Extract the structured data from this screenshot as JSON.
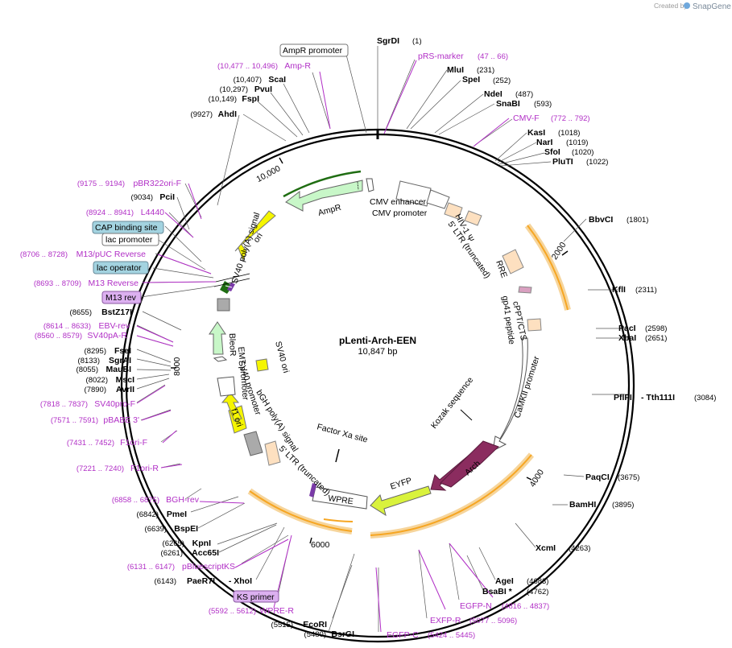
{
  "credit": {
    "created_by": "Created by",
    "brand": "SnapGene"
  },
  "plasmid": {
    "name": "pLenti-Arch-EEN",
    "size": "10,847 bp"
  },
  "ticks": [
    "2000",
    "4000",
    "6000",
    "8000",
    "10,000"
  ],
  "enzymes": [
    {
      "name": "SgrDI",
      "pos": "(1)"
    },
    {
      "name": "MluI",
      "pos": "(231)"
    },
    {
      "name": "SpeI",
      "pos": "(252)"
    },
    {
      "name": "NdeI",
      "pos": "(487)"
    },
    {
      "name": "SnaBI",
      "pos": "(593)"
    },
    {
      "name": "KasI",
      "pos": "(1018)"
    },
    {
      "name": "NarI",
      "pos": "(1019)"
    },
    {
      "name": "SfoI",
      "pos": "(1020)"
    },
    {
      "name": "PluTI",
      "pos": "(1022)"
    },
    {
      "name": "BbvCI",
      "pos": "(1801)"
    },
    {
      "name": "KflI",
      "pos": "(2311)"
    },
    {
      "name": "PacI",
      "pos": "(2598)"
    },
    {
      "name": "XbaI",
      "pos": "(2651)"
    },
    {
      "name": "PflFI",
      "pos": ""
    },
    {
      "name": "- Tth111I",
      "pos": "(3084)"
    },
    {
      "name": "PaqCI",
      "pos": "(3675)"
    },
    {
      "name": "BamHI",
      "pos": "(3895)"
    },
    {
      "name": "XcmI",
      "pos": "(4263)"
    },
    {
      "name": "AgeI",
      "pos": "(4683)"
    },
    {
      "name": "BsaBI *",
      "pos": "(4762)"
    },
    {
      "name": "EcoRI",
      "pos": "(5515)"
    },
    {
      "name": "BsrGI",
      "pos": "(5480)"
    },
    {
      "name": "PaeR7I",
      "pos": "(6143)"
    },
    {
      "name": "- XhoI",
      "pos": ""
    },
    {
      "name": "Acc65I",
      "pos": "(6261)"
    },
    {
      "name": "KpnI",
      "pos": "(6265)"
    },
    {
      "name": "BspEI",
      "pos": "(6639)"
    },
    {
      "name": "PmeI",
      "pos": "(6842)"
    },
    {
      "name": "AvrII",
      "pos": "(7890)"
    },
    {
      "name": "MscI",
      "pos": "(8022)"
    },
    {
      "name": "MauBI",
      "pos": "(8055)"
    },
    {
      "name": "SgrAI",
      "pos": "(8133)"
    },
    {
      "name": "FseI",
      "pos": "(8295)"
    },
    {
      "name": "BstZ17I",
      "pos": "(8655)"
    },
    {
      "name": "PciI",
      "pos": "(9034)"
    },
    {
      "name": "AhdI",
      "pos": "(9927)"
    },
    {
      "name": "FspI",
      "pos": "(10,149)"
    },
    {
      "name": "PvuI",
      "pos": "(10,297)"
    },
    {
      "name": "ScaI",
      "pos": "(10,407)"
    }
  ],
  "primers": [
    {
      "name": "pRS-marker",
      "pos": "(47 .. 66)"
    },
    {
      "name": "CMV-F",
      "pos": "(772 .. 792)"
    },
    {
      "name": "EGFP-N",
      "pos": "(4816 .. 4837)"
    },
    {
      "name": "EXFP-R",
      "pos": "(5077 .. 5096)"
    },
    {
      "name": "EGFP-C",
      "pos": "(5424 .. 5445)"
    },
    {
      "name": "WPRE-R",
      "pos": "(5592 .. 5612)"
    },
    {
      "name": "pBluescriptKS",
      "pos": "(6131 .. 6147)"
    },
    {
      "name": "BGH-rev",
      "pos": "(6858 .. 6875)"
    },
    {
      "name": "F1ori-R",
      "pos": "(7221 .. 7240)"
    },
    {
      "name": "F1ori-F",
      "pos": "(7431 .. 7452)"
    },
    {
      "name": "pBABE 3'",
      "pos": "(7571 .. 7591)"
    },
    {
      "name": "SV40pro-F",
      "pos": "(7818 .. 7837)"
    },
    {
      "name": "SV40pA-R",
      "pos": "(8560 .. 8579)"
    },
    {
      "name": "EBV-rev",
      "pos": "(8614 .. 8633)"
    },
    {
      "name": "M13 Reverse",
      "pos": "(8693 .. 8709)"
    },
    {
      "name": "M13/pUC Reverse",
      "pos": "(8706 .. 8728)"
    },
    {
      "name": "L4440",
      "pos": "(8924 .. 8941)"
    },
    {
      "name": "pBR322ori-F",
      "pos": "(9175 .. 9194)"
    },
    {
      "name": "Amp-R",
      "pos": "(10,477 .. 10,496)"
    }
  ],
  "boxed_labels": [
    {
      "name": "AmpR promoter",
      "style": "white"
    },
    {
      "name": "CAP binding site",
      "style": "blue"
    },
    {
      "name": "lac promoter",
      "style": "white"
    },
    {
      "name": "lac operator",
      "style": "blue"
    },
    {
      "name": "M13 rev",
      "style": "purple"
    },
    {
      "name": "KS primer",
      "style": "purple"
    }
  ],
  "features": [
    "CMV enhancer",
    "CMV promoter",
    "HIV-1 Ψ",
    "5' LTR (truncated)",
    "RRE",
    "cPPT/CTS",
    "gp41 peptide",
    "CaMKII promoter",
    "Kozak sequence",
    "Arch",
    "EYFP",
    "WPRE",
    "Factor Xa site",
    "5' LTR (truncated)",
    "bGH poly(A) signal",
    "f1 ori",
    "SV40 promoter",
    "EM7 promoter",
    "SV40 ori",
    "BleoR",
    "SV40 poly(A) signal",
    "ori",
    "AmpR"
  ],
  "colors": {
    "backbone": "#000000",
    "primer": "#b12fc6",
    "ampr": "#c8f7c8",
    "ori": "#f5f500",
    "arch": "#8b2c5f",
    "eyfp": "#d9f23c",
    "orange_arc": "#f6a623",
    "ltr": "#fde0c0",
    "lac_blue": "#a3d3e0",
    "m13_purple": "#dcb0f0"
  }
}
